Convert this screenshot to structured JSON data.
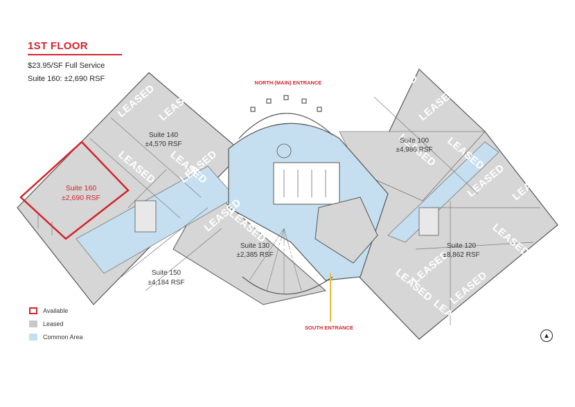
{
  "header": {
    "title": "1ST FLOOR",
    "rate": "$23.95/SF Full Service",
    "suite_line": "Suite 160:  ±2,690 RSF"
  },
  "entrances": {
    "north": "NORTH (MAIN) ENTRANCE",
    "south": "SOUTH ENTRANCE"
  },
  "suites": [
    {
      "name": "Suite 140",
      "area": "±4,5?0 RSF",
      "status": "leased"
    },
    {
      "name": "Suite 100",
      "area": "±4,986 RSF",
      "status": "leased"
    },
    {
      "name": "Suite 160",
      "area": "±2,690 RSF",
      "status": "available"
    },
    {
      "name": "Suite 130",
      "area": "±2,385 RSF",
      "status": "leased"
    },
    {
      "name": "Suite 150",
      "area": "±4,184 RSF",
      "status": "leased"
    },
    {
      "name": "Suite 120",
      "area": "±8,862 RSF",
      "status": "leased"
    }
  ],
  "leased_label": "LEASED",
  "legend": [
    {
      "label": "Available",
      "color": "#d2232a",
      "kind": "outline"
    },
    {
      "label": "Leased",
      "color": "#c8c8c8",
      "kind": "fill"
    },
    {
      "label": "Common Area",
      "color": "#c5dff0",
      "kind": "fill"
    }
  ],
  "colors": {
    "accent": "#d2232a",
    "leased": "#d3d3d3",
    "common": "#c5dff0",
    "wall": "#555555"
  },
  "north_icon": "north-arrow-icon"
}
